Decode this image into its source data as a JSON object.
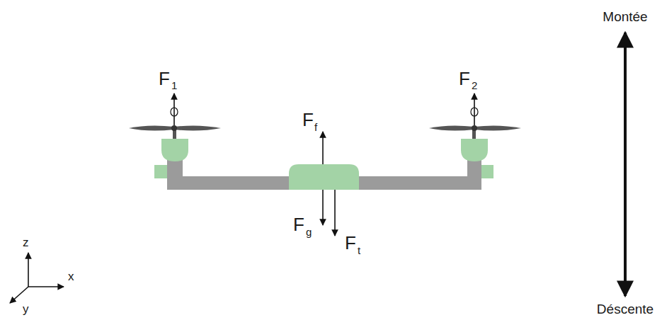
{
  "diagram": {
    "labels": [
      "F",
      "1",
      "F",
      "2",
      "F",
      "f",
      "F",
      "g",
      "F",
      "t",
      "Montée",
      "Déscente",
      "z",
      "x",
      "y"
    ]
  }
}
